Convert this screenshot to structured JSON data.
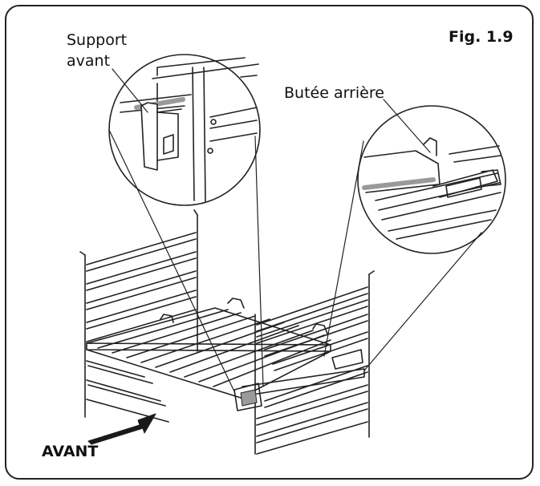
{
  "figure": {
    "label": "Fig. 1.9"
  },
  "callouts": {
    "front_support_line1": "Support",
    "front_support_line2": "avant",
    "rear_stop": "Butée arrière"
  },
  "direction_label": "AVANT",
  "colors": {
    "line": "#222222",
    "fill_gray": "#9a9a9a",
    "background": "#ffffff"
  },
  "icons": {
    "direction": "arrow-right-icon"
  }
}
